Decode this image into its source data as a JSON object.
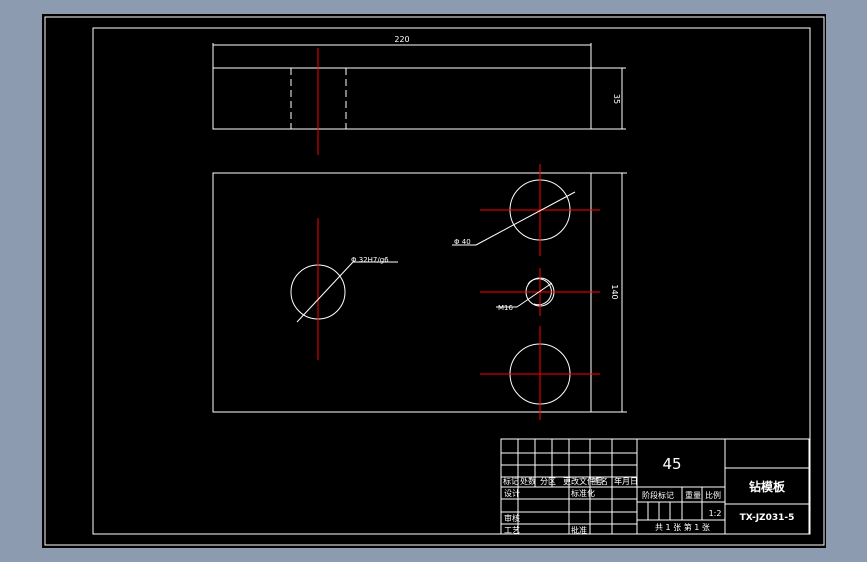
{
  "drawing": {
    "dimensions": {
      "overall_length": "220",
      "thickness": "35",
      "width": "140"
    },
    "callouts": {
      "large_hole": "Φ 40",
      "center_hole": "Φ 32H7/g6",
      "thread": "M16"
    }
  },
  "title_block": {
    "material": "45",
    "part_name": "钻模板",
    "drawing_number": "TX-JZ031-5",
    "scale": "1:2",
    "labels": {
      "mark": "标记",
      "count": "处数",
      "zone": "分区",
      "change_doc": "更改文件号",
      "signature": "签名",
      "date": "年月日",
      "design": "设计",
      "standardize": "标准化",
      "stage_mark": "阶段标记",
      "weight": "重量",
      "ratio": "比例",
      "review": "审核",
      "process": "工艺",
      "approve": "批准",
      "sheets": "共 1 张  第 1 张"
    }
  }
}
